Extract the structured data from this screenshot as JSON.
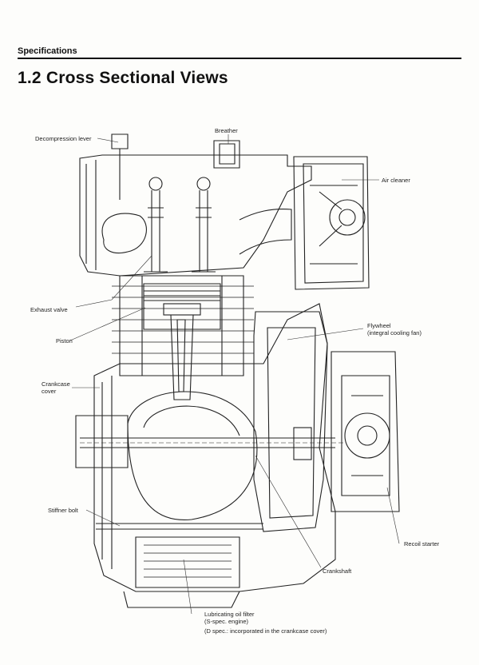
{
  "header": {
    "section": "Specifications",
    "title": "1.2  Cross Sectional Views"
  },
  "labels": {
    "decompression_lever": "Decompression lever",
    "breather": "Breather",
    "air_cleaner": "Air cleaner",
    "exhaust_valve": "Exhaust valve",
    "flywheel_line1": "Flywheel",
    "flywheel_line2": "(integral cooling fan)",
    "piston": "Piston",
    "crankcase_cover_line1": "Crankcase",
    "crankcase_cover_line2": "cover",
    "stiffner_bolt": "Stiffner bolt",
    "recoil_starter": "Recoil starter",
    "crankshaft": "Crankshaft",
    "oil_filter_line1": "Lubricating oil filter",
    "oil_filter_line2": "(S-spec. engine)",
    "oil_filter_note": "(D spec.: incorporated in the crankcase cover)"
  }
}
